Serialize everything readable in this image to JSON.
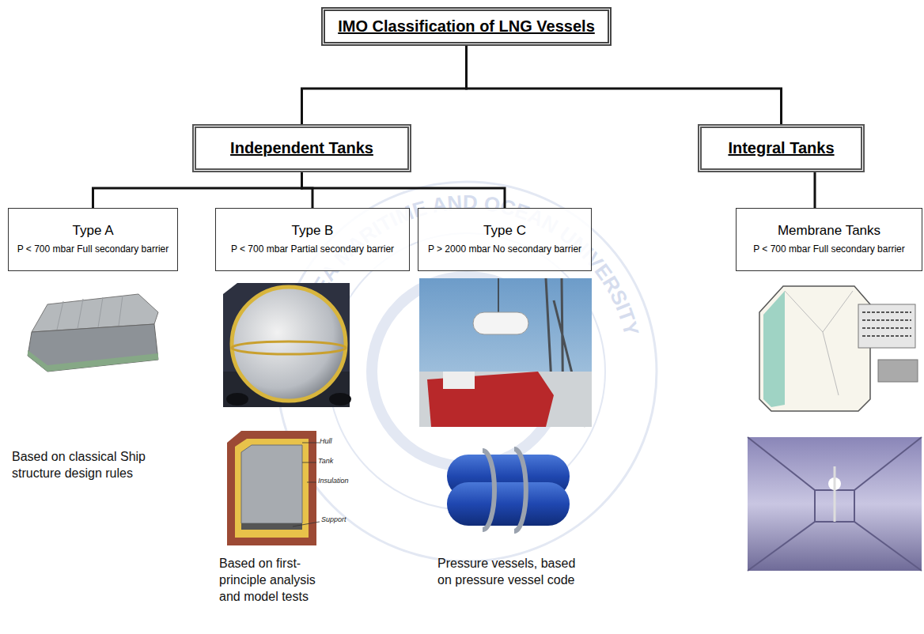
{
  "diagram": {
    "nodes": [
      {
        "text": [
          "IMO Classification of LNG Vessels"
        ]
      },
      {
        "text": [
          "Independent Tanks"
        ]
      },
      {
        "text": [
          "Integral Tanks"
        ]
      },
      {
        "text": [
          "Type A",
          "P < 700 mbar Full secondary barrier"
        ]
      },
      {
        "text": [
          "Type B",
          "P < 700 mbar Partial secondary barrier"
        ]
      },
      {
        "text": [
          "Type C",
          "P > 2000 mbar No secondary barrier"
        ]
      },
      {
        "text": [
          "Membrane Tanks",
          "P < 700 mbar Full secondary barrier"
        ]
      }
    ],
    "edges": [
      {
        "from": 0,
        "to": 1,
        "arrow": "none"
      },
      {
        "from": 0,
        "to": 2,
        "arrow": "none"
      },
      {
        "from": 1,
        "to": 3,
        "arrow": "none"
      },
      {
        "from": 1,
        "to": 4,
        "arrow": "none"
      },
      {
        "from": 1,
        "to": 5,
        "arrow": "none"
      },
      {
        "from": 2,
        "to": 6,
        "arrow": "none"
      }
    ],
    "labels": [
      "KOREA MARITIME AND OCEAN UNIVERSITY",
      "Hull",
      "Tank",
      "Insulation",
      "Support",
      "Based on classical Ship structure design rules",
      "Based on first-principle analysis and model tests",
      "Pressure vessels, based on pressure vessel code"
    ]
  }
}
